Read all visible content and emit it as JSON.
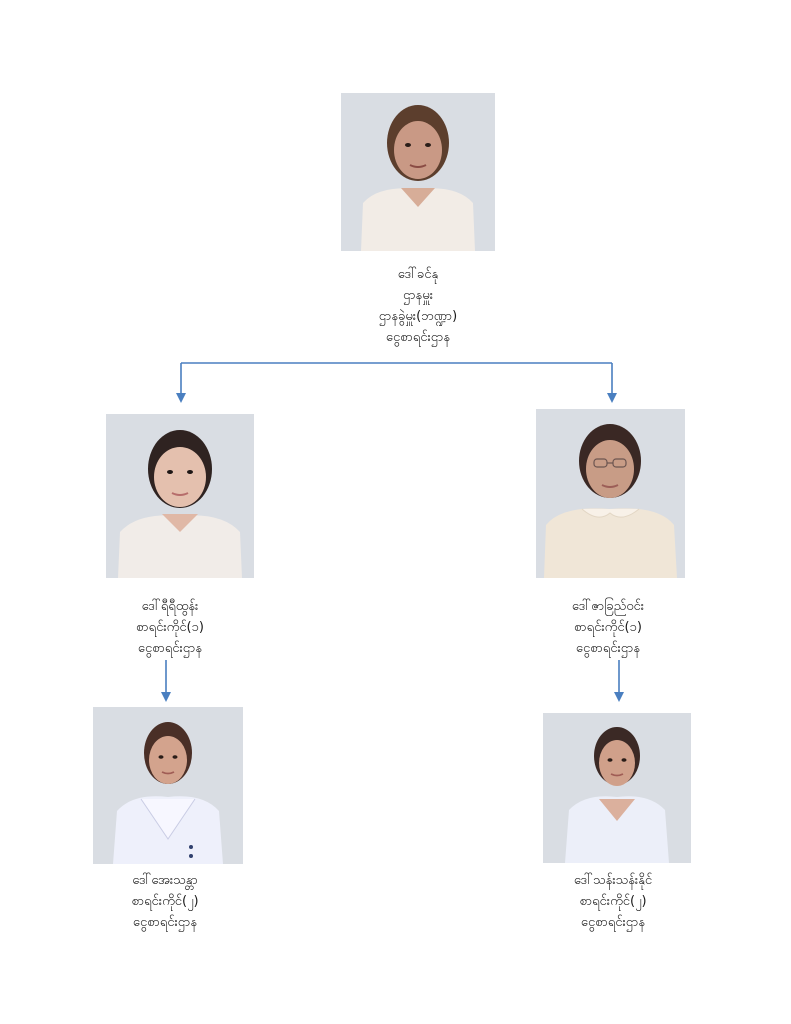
{
  "colors": {
    "connector": "#4a7fc0",
    "photo_bg": "#d9dde3"
  },
  "root": {
    "name": "ဒေါ်ခင်နု",
    "line2": "ဌာနမှူး",
    "line3": "ဌာနခွဲမှူး(ဘဏ္ဍာ)",
    "line4": "ငွေစာရင်းဌာန"
  },
  "left_level1": {
    "name": "ဒေါ်ရီရီထွန်း",
    "line2": "စာရင်းကိုင်(၁)",
    "line3": "ငွေစာရင်းဌာန"
  },
  "right_level1": {
    "name": "ဒေါ်ဇာခြည်ဝင်း",
    "line2": "စာရင်းကိုင်(၁)",
    "line3": "ငွေစာရင်းဌာန"
  },
  "left_level2": {
    "name": "ဒေါ်အေးသန္တာ",
    "line2": "စာရင်းကိုင်(၂)",
    "line3": "ငွေစာရင်းဌာန"
  },
  "right_level2": {
    "name": "ဒေါ်သန်းသန်းနိုင်",
    "line2": "စာရင်းကိုင်(၂)",
    "line3": "ငွေစာရင်းဌာန"
  }
}
